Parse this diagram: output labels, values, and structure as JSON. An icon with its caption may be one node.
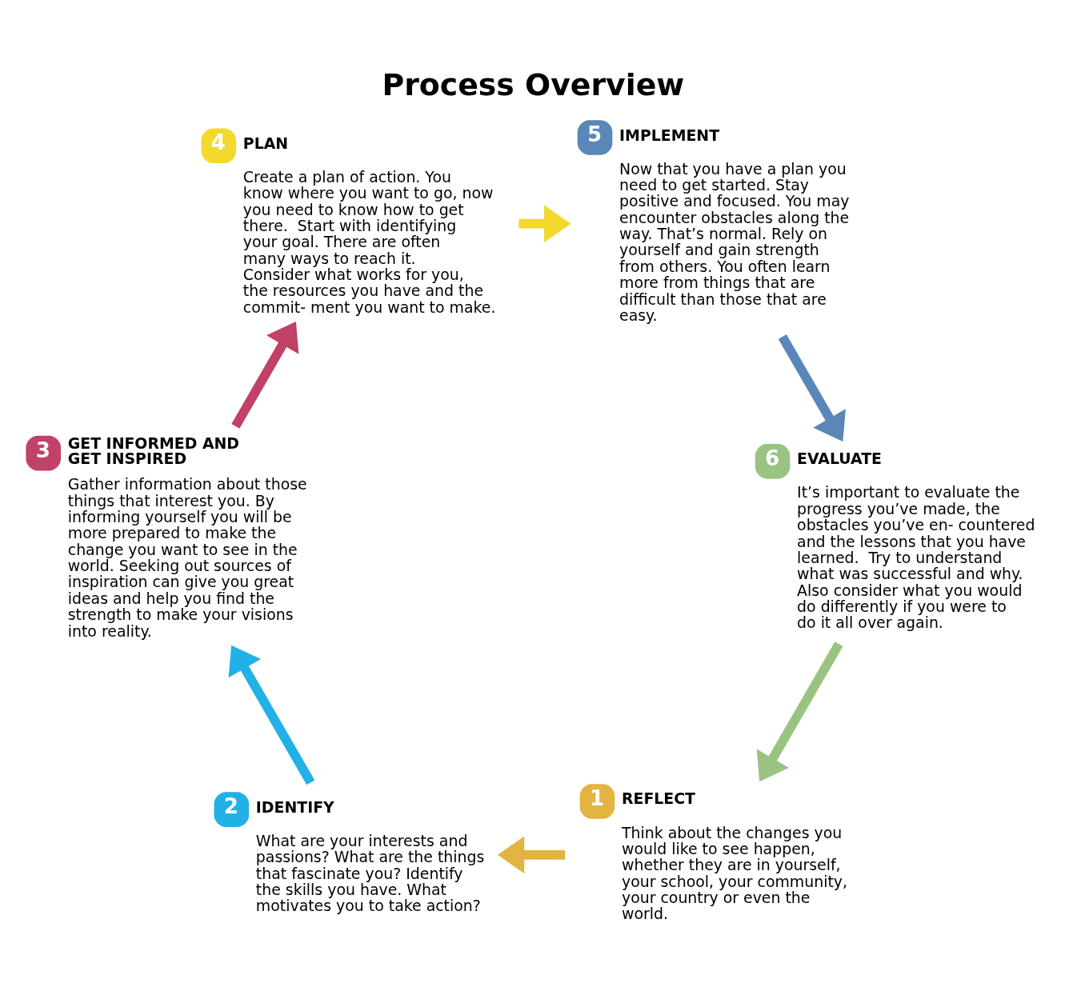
{
  "diagram": {
    "title": "Process Overview",
    "nodes": [
      {
        "text": [
          "1",
          "REFLECT",
          "Think about the changes you would like to see happen, whether they are in yourself, your school, your community, your country or even the world."
        ]
      },
      {
        "text": [
          "2",
          "IDENTIFY",
          "What are your interests and passions? What are the things that fascinate you? Identify the skills you have. What motivates you to take action?"
        ]
      },
      {
        "text": [
          "3",
          "GET INFORMED AND GET INSPIRED",
          "Gather information about those things that interest you. By informing yourself you will be more prepared to make the change you want to see in the world. Seeking out sources of inspiration can give you great ideas and help you find the strength to make your visions into reality."
        ]
      },
      {
        "text": [
          "4",
          "PLAN",
          "Create a plan of action. You know where you want to go, now you need to know how to get there.  Start with identifying your goal. There are often many ways to reach it. Consider what works for you, the resources you have and the commit- ment you want to make."
        ]
      },
      {
        "text": [
          "5",
          "IMPLEMENT",
          "Now that you have a plan you need to get started. Stay positive and focused. You may encounter obstacles along the way. That’s normal. Rely on yourself and gain strength from others. You often learn more from things that are difficult than those that are easy."
        ]
      },
      {
        "text": [
          "6",
          "EVALUATE",
          "It’s important to evaluate the progress you’ve made, the obstacles you’ve en- countered and the lessons that you have learned.  Try to understand what was successful and why. Also consider what you would do differently if you were to do it all over again."
        ]
      }
    ],
    "edges": [
      {
        "from": 0,
        "to": 1,
        "arrow": "to",
        "color": "#e2b441"
      },
      {
        "from": 1,
        "to": 2,
        "arrow": "to",
        "color": "#22b1e6"
      },
      {
        "from": 2,
        "to": 3,
        "arrow": "to",
        "color": "#c24166"
      },
      {
        "from": 3,
        "to": 4,
        "arrow": "to",
        "color": "#f2d92c"
      },
      {
        "from": 4,
        "to": 5,
        "arrow": "to",
        "color": "#5a86b8"
      },
      {
        "from": 5,
        "to": 0,
        "arrow": "to",
        "color": "#9ac382"
      }
    ]
  }
}
